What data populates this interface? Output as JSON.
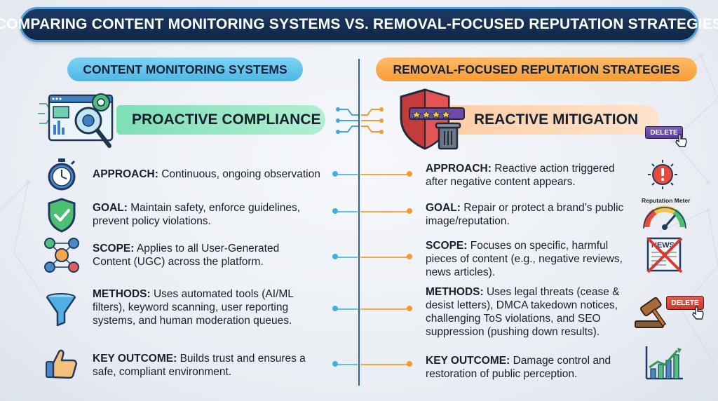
{
  "title": "COMPARING CONTENT MONITORING SYSTEMS VS. REMOVAL-FOCUSED REPUTATION STRATEGIES",
  "left": {
    "header": "CONTENT MONITORING SYSTEMS",
    "banner": "PROACTIVE COMPLIANCE",
    "rows": [
      {
        "label": "APPROACH:",
        "line1": "Continuous, ongoing observation",
        "line2": ""
      },
      {
        "label": "GOAL:",
        "line1": "Maintain safety, enforce guidelines,",
        "line2": "prevent policy violations."
      },
      {
        "label": "SCOPE:",
        "line1": "Applies to all User-Generated",
        "line2": "Content (UGC) across the platform."
      },
      {
        "label": "METHODS:",
        "line1": "Uses automated tools (AI/ML",
        "line2": "filters), keyword scanning, user reporting",
        "line3": "systems, and human moderation queues."
      },
      {
        "label": "KEY OUTCOME:",
        "line1": "Builds trust and ensures a",
        "line2": "safe, compliant environment."
      }
    ]
  },
  "right": {
    "header": "REMOVAL-FOCUSED REPUTATION STRATEGIES",
    "banner": "REACTIVE MITIGATION",
    "delete_label": "DELETE",
    "meter_label": "Reputation Meter",
    "news_label": "NEWS",
    "rows": [
      {
        "label": "APPROACH:",
        "line1": "Reactive action triggered",
        "line2": "after negative content appears."
      },
      {
        "label": "GOAL:",
        "line1": "Repair or protect a brand’s public",
        "line2": "image/reputation."
      },
      {
        "label": "SCOPE:",
        "line1": "Focuses on specific, harmful",
        "line2": "pieces of content (e.g., negative reviews,",
        "line3": "news articles)."
      },
      {
        "label": "METHODS:",
        "line1": "Uses legal threats (cease &",
        "line2": "desist letters), DMCA takedown notices,",
        "line3": "challenging ToS violations, and SEO",
        "line4": "suppression (pushing down results)."
      },
      {
        "label": "KEY OUTCOME:",
        "line1": "Damage control and",
        "line2": "restoration of public perception."
      }
    ]
  },
  "colors": {
    "title_bg": "#0f2645",
    "left_accent": "#4db8e6",
    "right_accent": "#f79b33",
    "left_banner": "#78deb2",
    "right_banner": "#ffcca0"
  }
}
